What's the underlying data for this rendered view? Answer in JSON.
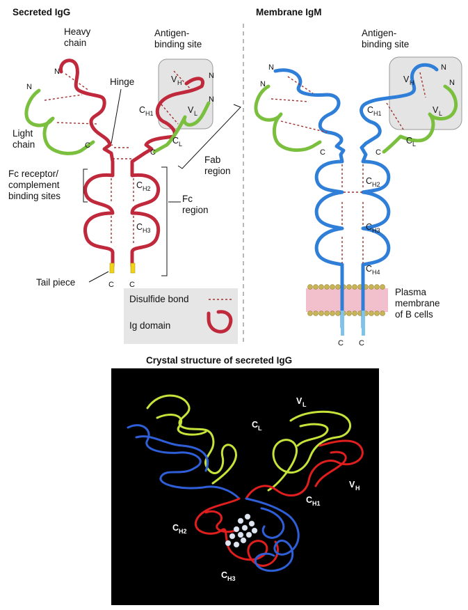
{
  "colors": {
    "heavy_igg": "#c0293c",
    "light_chain": "#7bbf3e",
    "heavy_igm": "#2f7ed8",
    "tail_piece": "#f0d21a",
    "disulfide": "#a0302e",
    "legend_bg": "#e6e6e6",
    "fab_box": "#e4e4e4",
    "crystal_bg": "#000000",
    "crystal_red": "#e01e1e",
    "crystal_blue": "#2f5fd8",
    "crystal_green": "#c6e33a",
    "membrane_pink": "#f2bfcd",
    "membrane_head": "#c9b455"
  },
  "left_panel": {
    "title": "Secreted IgG",
    "heavy_chain_line1": "Heavy",
    "heavy_chain_line2": "chain",
    "light_chain_line1": "Light",
    "light_chain_line2": "chain",
    "hinge": "Hinge",
    "antigen_site_line1": "Antigen-",
    "antigen_site_line2": "binding site",
    "fc_receptor_line1": "Fc receptor/",
    "fc_receptor_line2": "complement",
    "fc_receptor_line3": "binding sites",
    "fab_line1": "Fab",
    "fab_line2": "region",
    "fc_line1": "Fc",
    "fc_line2": "region",
    "tail_piece": "Tail piece",
    "n": "N",
    "c": "C",
    "domain_c": "C",
    "domain_v": "V",
    "sub_h": "H",
    "sub_l": "L",
    "sub_h1": "H1",
    "sub_h2": "H2",
    "sub_h3": "H3"
  },
  "legend": {
    "disulfide": "Disulfide bond",
    "ig_domain": "Ig domain"
  },
  "right_panel": {
    "title": "Membrane IgM",
    "antigen_site_line1": "Antigen-",
    "antigen_site_line2": "binding site",
    "membrane_line1": "Plasma",
    "membrane_line2": "membrane",
    "membrane_line3": "of B cells",
    "n": "N",
    "c": "C",
    "domain_c": "C",
    "domain_v": "V",
    "sub_h": "H",
    "sub_l": "L",
    "sub_h1": "H1",
    "sub_h2": "H2",
    "sub_h3": "H3",
    "sub_h4": "H4"
  },
  "crystal": {
    "title": "Crystal structure of secreted IgG",
    "c": "C",
    "v": "V",
    "sub_l": "L",
    "sub_h": "H",
    "sub_h1": "H1",
    "sub_h2": "H2",
    "sub_h3": "H3"
  }
}
